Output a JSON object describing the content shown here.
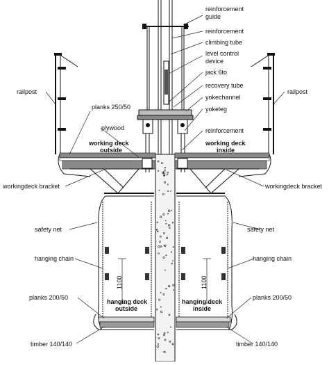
{
  "labels": {
    "reinforcement_guide": [
      "reinforcement",
      "guide"
    ],
    "reinforcement_top": "reinforcement",
    "climbing_tube": "climbing tube",
    "level_control_device": [
      "level control",
      "device"
    ],
    "jack": "jack 6to",
    "recovery_tube": "recovery tube",
    "yokechannel": "yokechannel",
    "yokeleg": "yokeleg",
    "reinforcement_mid": "reinforcement",
    "railpost_left": "railpost",
    "railpost_right": "railpost",
    "planks_top": "planks 250/50",
    "plywood": "plywood",
    "working_deck_outside": [
      "working deck",
      "outside"
    ],
    "working_deck_inside": [
      "working deck",
      "inside"
    ],
    "workingdeck_bracket_left": "workingdeck bracket",
    "workingdeck_bracket_right": "workingdeck bracket",
    "safety_net_left": "safety net",
    "safety_net_right": "safety net",
    "hanging_chain_left": "hanging chain",
    "hanging_chain_right": "hanging chain",
    "dim_left": "1100",
    "dim_right": "1100",
    "planks_bottom_left": "planks 200/50",
    "planks_bottom_right": "planks 200/50",
    "hanging_deck_outside": [
      "hanging deck",
      "outside"
    ],
    "hanging_deck_inside": [
      "hanging deck",
      "inside"
    ],
    "timber_left": "timber 140/140",
    "timber_right": "timber 140/140"
  }
}
